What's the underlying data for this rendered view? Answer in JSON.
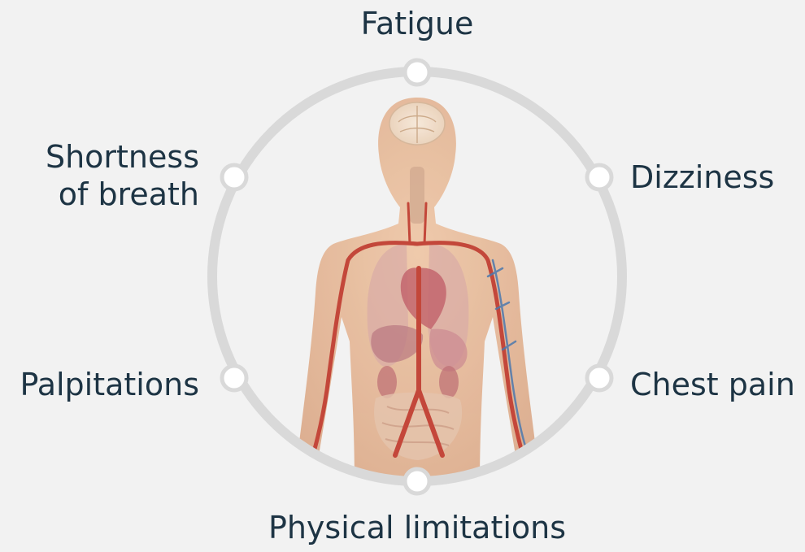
{
  "symptoms": {
    "top": "Fatigue",
    "upper_left_line1": "Shortness",
    "upper_left_line2": "of breath",
    "upper_right": "Dizziness",
    "lower_left": "Palpitations",
    "lower_right": "Chest pain",
    "bottom": "Physical limitations"
  },
  "colors": {
    "background": "#f2f2f2",
    "ring": "#d9d9d9",
    "node": "#ffffff",
    "text": "#1d3444",
    "skin": "#e8b894",
    "artery": "#c0392b",
    "vein": "#3e6fa8"
  },
  "illustration": "human-anatomy-figure"
}
